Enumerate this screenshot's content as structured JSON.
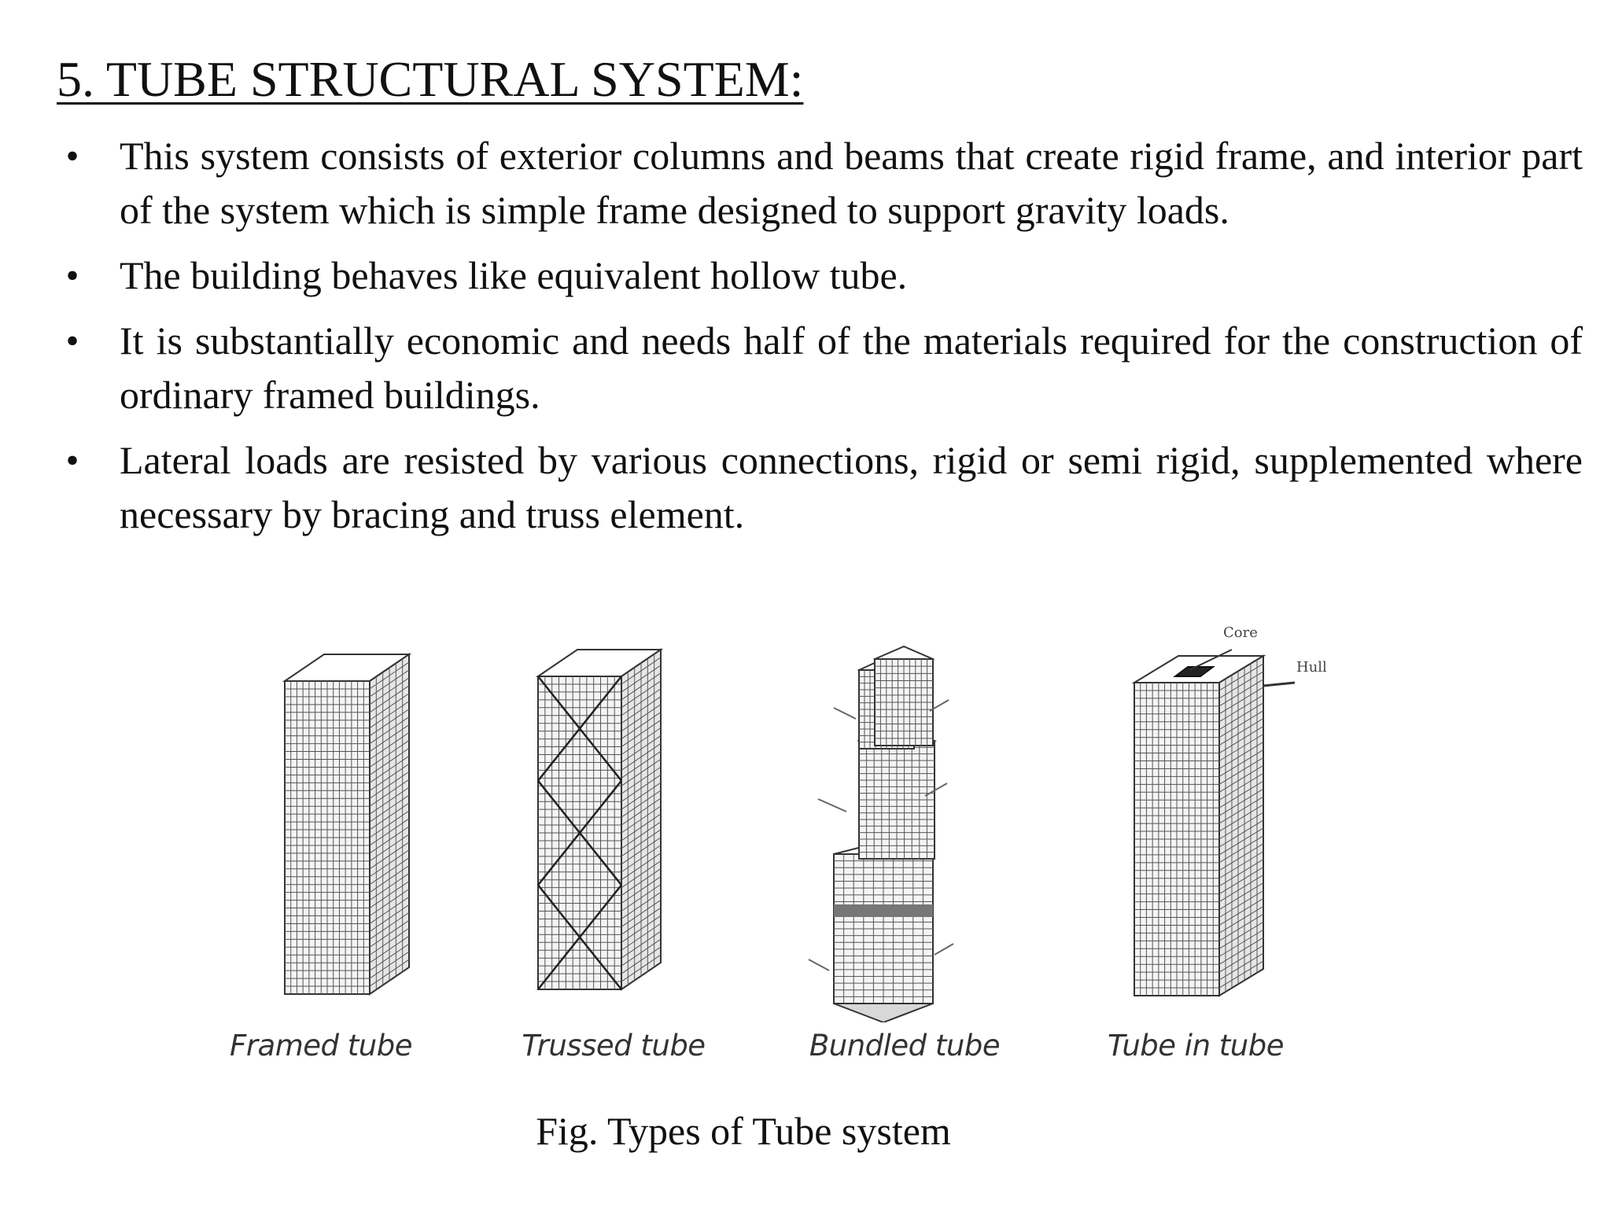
{
  "slide": {
    "title": "5. TUBE STRUCTURAL SYSTEM:",
    "bullet_glyph": "•",
    "bullets": [
      "This system consists of exterior columns and beams that create rigid frame, and interior part of the system which is simple frame designed to support gravity loads.",
      "The building behaves like equivalent hollow tube.",
      "It is substantially economic and needs half of the materials required for the construction of ordinary framed buildings.",
      "Lateral loads are resisted by various connections, rigid or semi rigid, supplemented where necessary by bracing and truss element."
    ]
  },
  "figure": {
    "labels": [
      "Framed tube",
      "Trussed tube",
      "Bundled tube",
      "Tube in tube"
    ],
    "annotations": {
      "core": "Core",
      "hull": "Hull"
    },
    "caption": "Fig. Types of Tube system"
  }
}
